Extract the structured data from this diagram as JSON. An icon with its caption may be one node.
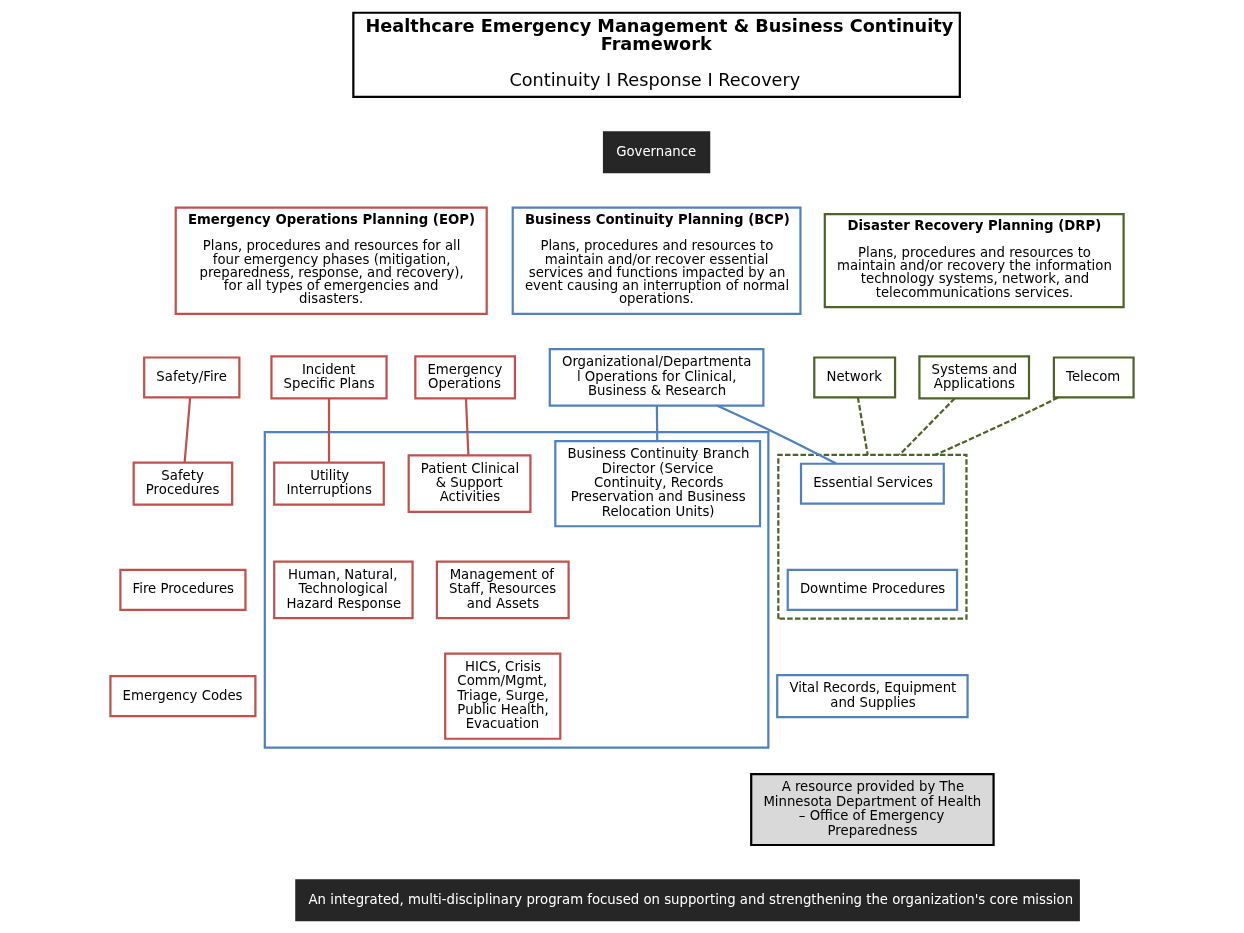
{
  "diagram": {
    "nodes": [
      {
        "text": [
          "Healthcare Emergency Management & Business Continuity Framework",
          "Continuity I Response I Recovery"
        ]
      },
      {
        "text": [
          "Governance"
        ]
      },
      {
        "text": [
          "Emergency Operations Planning (EOP)",
          "Plans, procedures and resources for all four emergency phases (mitigation, preparedness, response, and recovery), for all types of emergencies and disasters."
        ]
      },
      {
        "text": [
          "Business Continuity Planning (BCP)",
          "Plans, procedures and resources to maintain and/or recover essential services and functions impacted by an event causing an interruption of normal operations."
        ]
      },
      {
        "text": [
          "Disaster Recovery Planning (DRP)",
          "Plans, procedures and resources to maintain and/or recovery the information technology systems, network, and telecommunications services."
        ]
      },
      {
        "text": [
          "Safety/Fire"
        ]
      },
      {
        "text": [
          "Incident Specific Plans"
        ]
      },
      {
        "text": [
          "Emergency Operations"
        ]
      },
      {
        "text": [
          "Organizational/Departmental Operations for Clinical, Business & Research"
        ]
      },
      {
        "text": [
          "Network"
        ]
      },
      {
        "text": [
          "Systems and Applications"
        ]
      },
      {
        "text": [
          "Telecom"
        ]
      },
      {
        "text": [
          "Safety Procedures"
        ]
      },
      {
        "text": [
          "Fire Procedures"
        ]
      },
      {
        "text": [
          "Emergency Codes"
        ]
      },
      {
        "text": [],
        "shape": "box"
      },
      {
        "text": [
          "Utility Interruptions"
        ],
        "in": 15
      },
      {
        "text": [
          "Human, Natural, Technological Hazard Response"
        ],
        "in": 15
      },
      {
        "text": [
          "Patient Clinical & Support Activities"
        ],
        "in": 15
      },
      {
        "text": [
          "Management of Staff, Resources and Assets"
        ],
        "in": 15
      },
      {
        "text": [
          "HICS, Crisis Comm/Mgmt, Triage, Surge, Public Health, Evacuation"
        ],
        "in": 15
      },
      {
        "text": [
          "Business Continuity Branch Director (Service Continuity, Records Preservation and Business Relocation Units)"
        ],
        "in": 15
      },
      {
        "text": [],
        "shape": "box"
      },
      {
        "text": [
          "Essential Services"
        ],
        "in": 22
      },
      {
        "text": [
          "Downtime Procedures"
        ],
        "in": 22
      },
      {
        "text": [
          "Vital Records, Equipment and Supplies"
        ]
      },
      {
        "text": [
          "A resource provided by The Minnesota Department of Health – Office of Emergency Preparedness"
        ]
      },
      {
        "text": [
          "An integrated, multi-disciplinary program focused on supporting and strengthening the organization's core mission"
        ]
      }
    ],
    "edges": [
      {
        "from": 5,
        "to": 12,
        "arrow": "none",
        "color": "#c0504d"
      },
      {
        "from": 6,
        "to": 16,
        "arrow": "none",
        "color": "#c0504d"
      },
      {
        "from": 7,
        "to": 18,
        "arrow": "none",
        "color": "#c0504d"
      },
      {
        "from": 8,
        "to": 21,
        "arrow": "none",
        "color": "#4f81bd"
      },
      {
        "from": 8,
        "to": 23,
        "arrow": "none",
        "color": "#4f81bd"
      },
      {
        "from": 9,
        "to": 22,
        "arrow": "none",
        "style": "dashed",
        "color": "#4f6228"
      },
      {
        "from": 10,
        "to": 22,
        "arrow": "none",
        "style": "dashed",
        "color": "#4f6228"
      },
      {
        "from": 11,
        "to": 22,
        "arrow": "none",
        "style": "dashed",
        "color": "#4f6228"
      }
    ]
  }
}
